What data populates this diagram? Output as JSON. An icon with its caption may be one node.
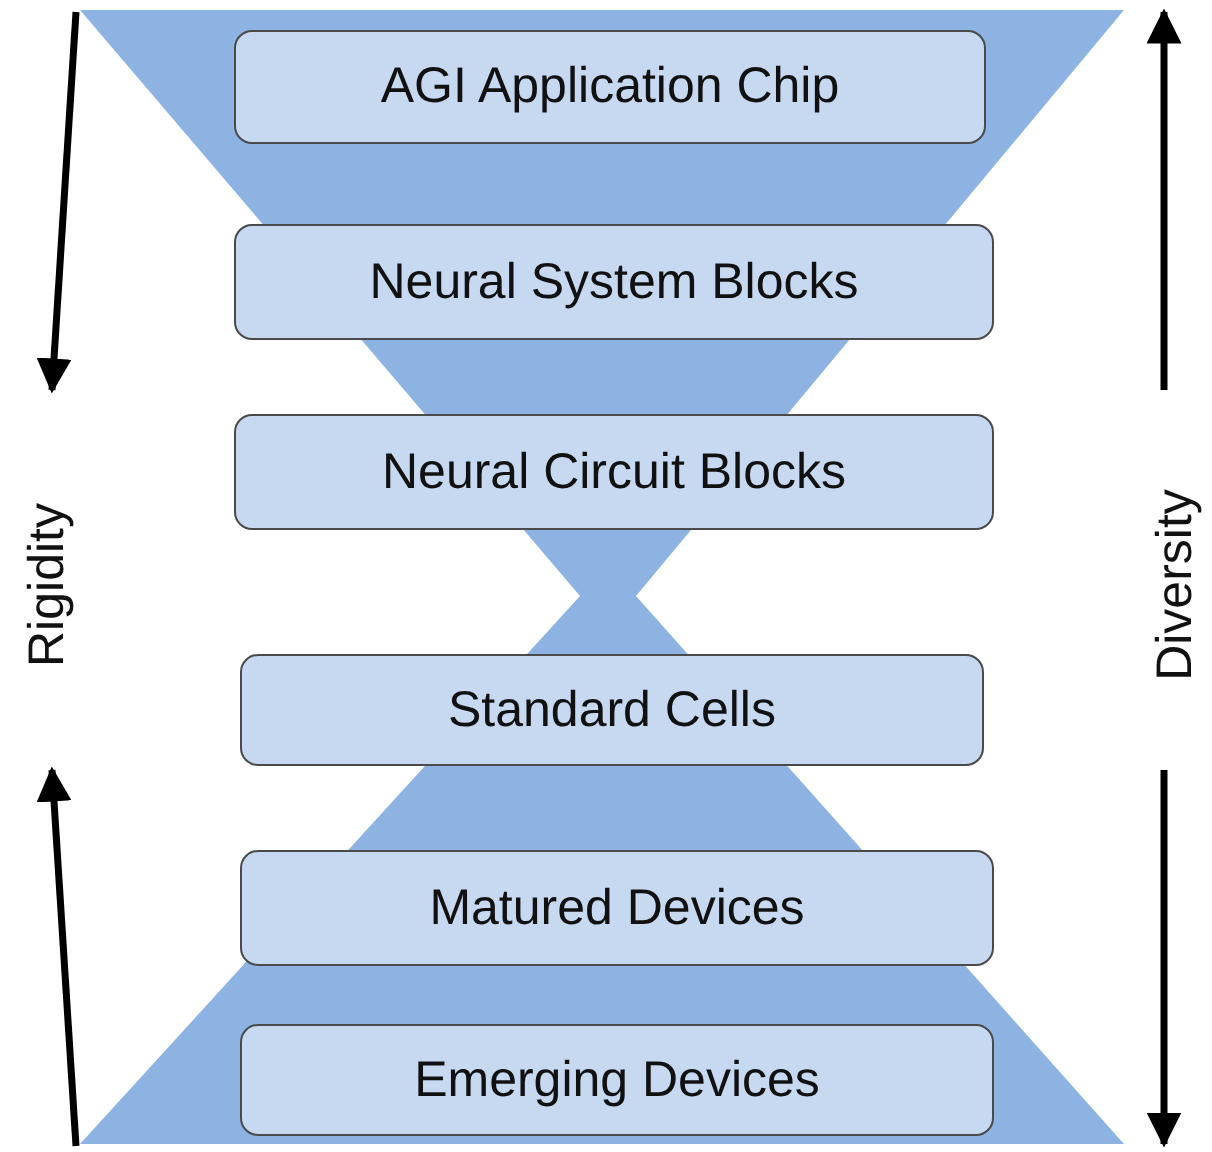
{
  "diagram": {
    "nodes": [
      {
        "text": [
          "AGI Application Chip"
        ]
      },
      {
        "text": [
          "Neural System Blocks"
        ]
      },
      {
        "text": [
          "Neural Circuit Blocks"
        ]
      },
      {
        "text": [
          "Standard Cells"
        ]
      },
      {
        "text": [
          "Matured Devices"
        ]
      },
      {
        "text": [
          "Emerging Devices"
        ]
      }
    ],
    "labels": [
      "Rigidity",
      "Diversity"
    ]
  }
}
